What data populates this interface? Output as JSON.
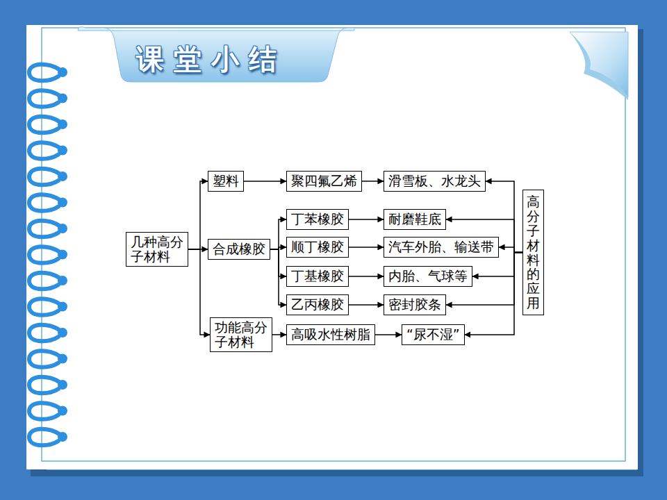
{
  "diagram": {
    "title": "课堂小结",
    "nodes": [
      {
        "text": [
          "几种高分子材料"
        ]
      },
      {
        "text": [
          "塑料"
        ]
      },
      {
        "text": [
          "合成橡胶"
        ]
      },
      {
        "text": [
          "功能高分子材料"
        ]
      },
      {
        "text": [
          "聚四氟乙烯"
        ]
      },
      {
        "text": [
          "滑雪板、水龙头"
        ]
      },
      {
        "text": [
          "丁苯橡胶"
        ]
      },
      {
        "text": [
          "耐磨鞋底"
        ]
      },
      {
        "text": [
          "顺丁橡胶"
        ]
      },
      {
        "text": [
          "汽车外胎、输送带"
        ]
      },
      {
        "text": [
          "丁基橡胶"
        ]
      },
      {
        "text": [
          "内胎、气球等"
        ]
      },
      {
        "text": [
          "乙丙橡胶"
        ]
      },
      {
        "text": [
          "密封胶条"
        ]
      },
      {
        "text": [
          "高吸水性树脂"
        ]
      },
      {
        "text": [
          "“尿不湿”"
        ]
      },
      {
        "text": [
          "高分子材料的应用"
        ]
      }
    ],
    "edges": [
      {
        "from": 0,
        "to": 1,
        "arrow": "to"
      },
      {
        "from": 0,
        "to": 2,
        "arrow": "to"
      },
      {
        "from": 0,
        "to": 3,
        "arrow": "to"
      },
      {
        "from": 1,
        "to": 4,
        "arrow": "to"
      },
      {
        "from": 4,
        "to": 5,
        "arrow": "to"
      },
      {
        "from": 2,
        "to": 6,
        "arrow": "to"
      },
      {
        "from": 2,
        "to": 8,
        "arrow": "to"
      },
      {
        "from": 2,
        "to": 10,
        "arrow": "to"
      },
      {
        "from": 2,
        "to": 12,
        "arrow": "to"
      },
      {
        "from": 6,
        "to": 7,
        "arrow": "to"
      },
      {
        "from": 8,
        "to": 9,
        "arrow": "to"
      },
      {
        "from": 10,
        "to": 11,
        "arrow": "to"
      },
      {
        "from": 12,
        "to": 13,
        "arrow": "to"
      },
      {
        "from": 3,
        "to": 14,
        "arrow": "to"
      },
      {
        "from": 14,
        "to": 15,
        "arrow": "to"
      },
      {
        "from": 16,
        "to": 5,
        "arrow": "to"
      },
      {
        "from": 16,
        "to": 7,
        "arrow": "to"
      },
      {
        "from": 16,
        "to": 9,
        "arrow": "to"
      },
      {
        "from": 16,
        "to": 11,
        "arrow": "to"
      },
      {
        "from": 16,
        "to": 13,
        "arrow": "to"
      },
      {
        "from": 16,
        "to": 15,
        "arrow": "to"
      }
    ]
  }
}
